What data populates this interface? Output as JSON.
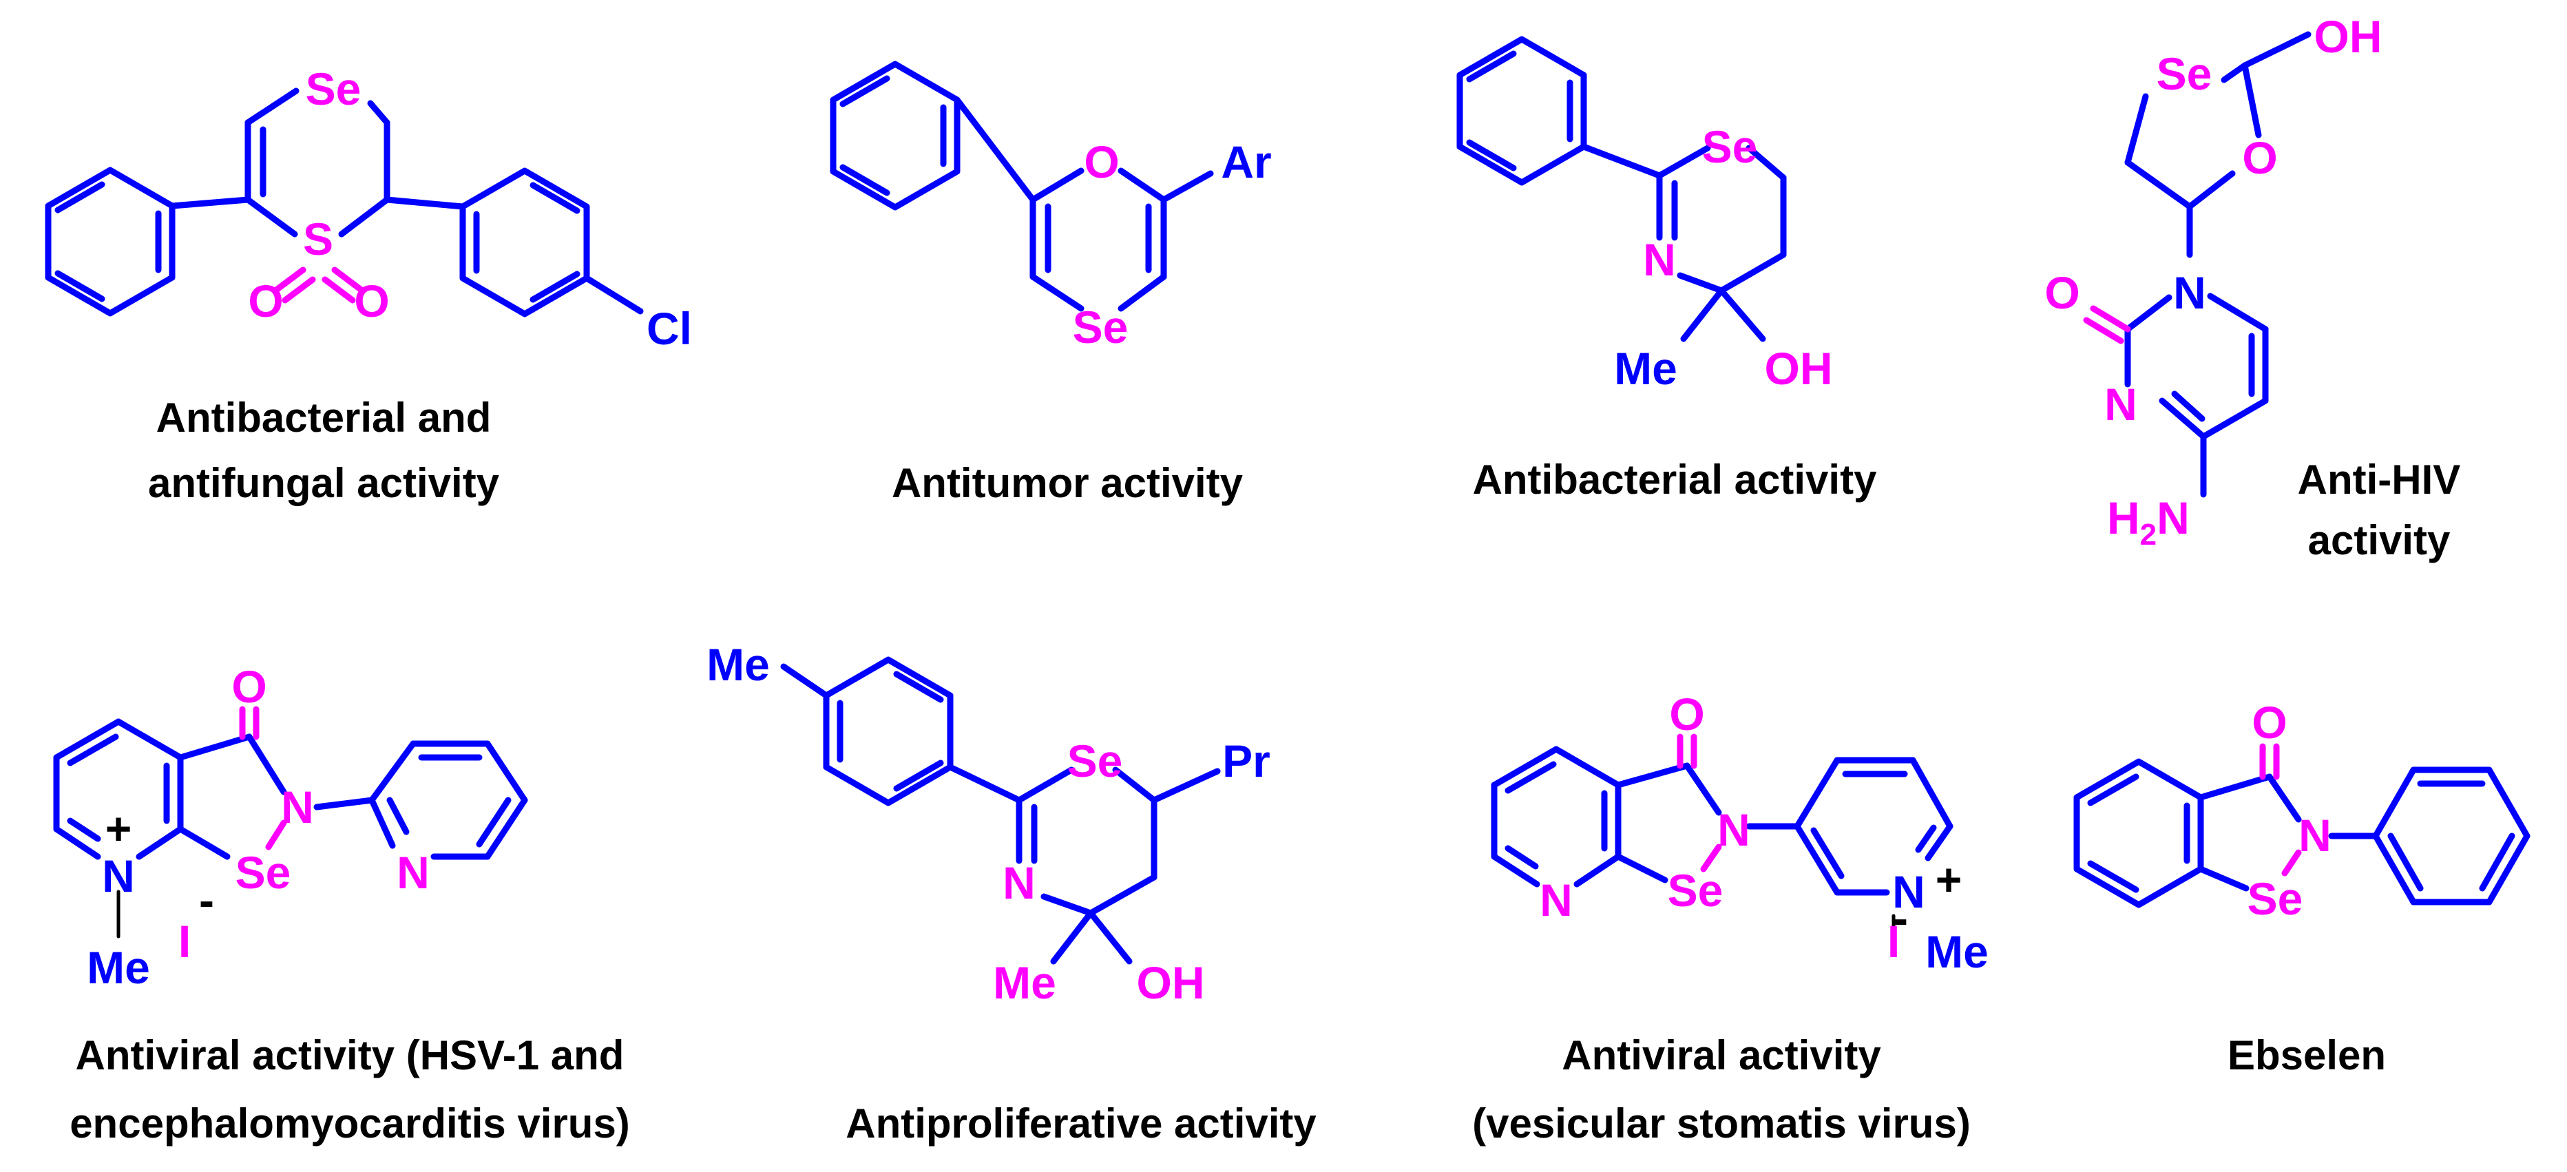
{
  "colors": {
    "carbon_bond": "#0000FF",
    "heteroatom": "#FF00FF",
    "caption": "#000000"
  },
  "molecules": [
    {
      "caption_lines": [
        "Antibacterial and",
        "antifungal activity"
      ],
      "atoms": {
        "se": "Se",
        "s": "S",
        "o1": "O",
        "o2": "O",
        "cl": "Cl"
      }
    },
    {
      "caption_lines": [
        "Antitumor activity"
      ],
      "atoms": {
        "o": "O",
        "se": "Se",
        "ar": "Ar"
      }
    },
    {
      "caption_lines": [
        "Antibacterial activity"
      ],
      "atoms": {
        "se": "Se",
        "n": "N",
        "me": "Me",
        "oh": "OH"
      }
    },
    {
      "caption_lines": [
        "Anti-HIV",
        "activity"
      ],
      "atoms": {
        "se": "Se",
        "oh": "OH",
        "o_ring": "O",
        "n1": "N",
        "o_carbonyl": "O",
        "n3": "N",
        "h2n": "H",
        "h2n_sub": "2",
        "h2n_n": "N"
      }
    },
    {
      "caption_lines": [
        "Antiviral activity (HSV-1 and",
        "encephalomyocarditis virus)"
      ],
      "atoms": {
        "o": "O",
        "n": "N",
        "se": "Se",
        "n_plus": "N",
        "plus": "+",
        "n_pyr": "N",
        "me": "Me",
        "iodide": "I",
        "minus": "-"
      }
    },
    {
      "caption_lines": [
        "Antiproliferative activity"
      ],
      "atoms": {
        "me_top": "Me",
        "se": "Se",
        "pr": "Pr",
        "n": "N",
        "me": "Me",
        "oh": "OH"
      }
    },
    {
      "caption_lines": [
        "Antiviral activity",
        "(vesicular stomatis virus)"
      ],
      "atoms": {
        "o": "O",
        "n": "N",
        "se": "Se",
        "n_pyr": "N",
        "n_plus": "N",
        "plus": "+",
        "iodide": "I",
        "minus": "-",
        "me": "Me"
      }
    },
    {
      "caption_lines": [
        "Ebselen"
      ],
      "atoms": {
        "o": "O",
        "n": "N",
        "se": "Se"
      }
    }
  ]
}
